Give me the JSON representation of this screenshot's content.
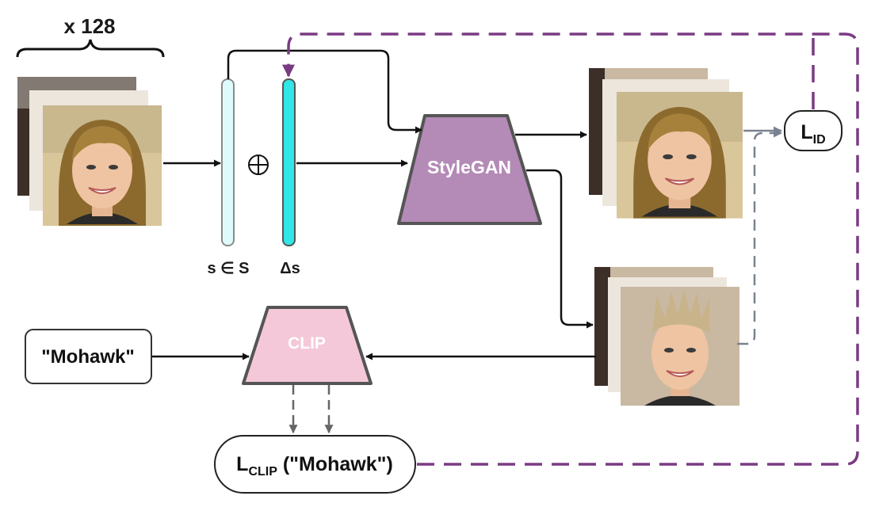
{
  "batch_label": "x 128",
  "style_code_label": "s ∈ S",
  "delta_label": "Δs",
  "oplus_symbol": "⊕",
  "generator_label": "StyleGAN",
  "encoder_label": "CLIP",
  "text_prompt": "\"Mohawk\"",
  "id_loss": {
    "main": "L",
    "sub": "ID"
  },
  "clip_loss": {
    "main": "L",
    "sub": "CLIP",
    "arg": " (\"Mohawk\")"
  },
  "colors": {
    "stylegan_fill": "#b48ab6",
    "clip_fill": "#f4c8d8",
    "style_vector_fill": "#dffafa",
    "delta_vector_fill": "#30e6e6",
    "feedback_line": "#7a3b83",
    "loss_line": "#7a8290",
    "arrow": "#111111"
  }
}
